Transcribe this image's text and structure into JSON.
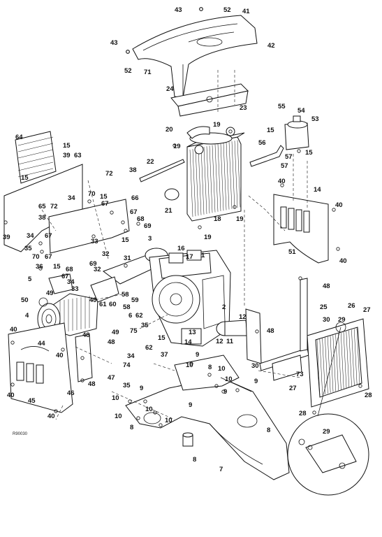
{
  "drawing_code": "R90030",
  "callouts": {
    "c1": "1",
    "c2": "2",
    "c3": "3",
    "c4": "4",
    "c5": "5",
    "c6": "6",
    "c7": "7",
    "c8": "8",
    "c9": "9",
    "c10": "10",
    "c11": "11",
    "c12": "12",
    "c13": "13",
    "c14": "14",
    "c15": "15",
    "c16": "16",
    "c17": "17",
    "c18": "18",
    "c19": "19",
    "c20": "20",
    "c21": "21",
    "c22": "22",
    "c23": "23",
    "c24": "24",
    "c25": "25",
    "c26": "26",
    "c27": "27",
    "c28": "28",
    "c29": "29",
    "c30": "30",
    "c31": "31",
    "c32": "32",
    "c33": "33",
    "c34": "34",
    "c35": "35",
    "c36": "36",
    "c37": "37",
    "c38": "38",
    "c39": "39",
    "c40": "40",
    "c41": "41",
    "c42": "42",
    "c43": "43",
    "c44": "44",
    "c45": "45",
    "c46": "46",
    "c47": "47",
    "c48": "48",
    "c49": "49",
    "c50": "50",
    "c51": "51",
    "c52": "52",
    "c53": "53",
    "c54": "54",
    "c55": "55",
    "c56": "56",
    "c57": "57",
    "c58": "58",
    "c59": "59",
    "c60": "60",
    "c61": "61",
    "c62": "62",
    "c63": "63",
    "c64": "64",
    "c65": "65",
    "c66": "66",
    "c67": "67",
    "c68": "68",
    "c69": "69",
    "c70": "70",
    "c71": "71",
    "c72": "72",
    "c73": "73",
    "c74": "74",
    "c75": "75"
  }
}
